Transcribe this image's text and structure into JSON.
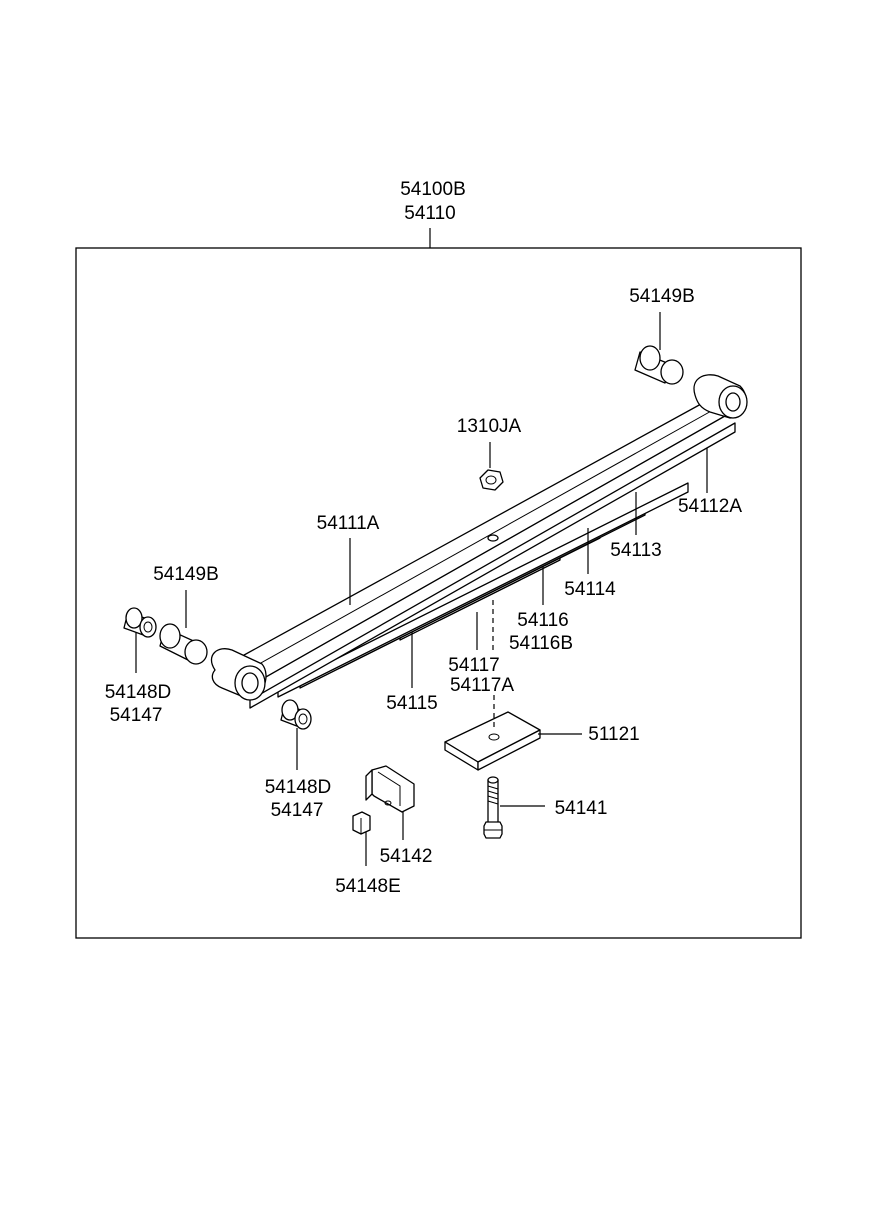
{
  "labels": {
    "assembly_top": "54100B",
    "assembly_bottom": "54110",
    "bushing_right": "54149B",
    "nut": "1310JA",
    "main_leaf": "54111A",
    "leaf_2": "54112A",
    "leaf_3": "54113",
    "leaf_4": "54114",
    "leaf_6_a": "54116",
    "leaf_6_b": "54116B",
    "leaf_7_a": "54117",
    "leaf_7_b": "54117A",
    "leaf_5": "54115",
    "bushing_left": "54149B",
    "bush_left_a": "54148D",
    "bush_left_b": "54147",
    "bush_lower_a": "54148D",
    "bush_lower_b": "54147",
    "pad": "51121",
    "bolt": "54141",
    "clip": "54142",
    "clip_pin": "54148E"
  }
}
